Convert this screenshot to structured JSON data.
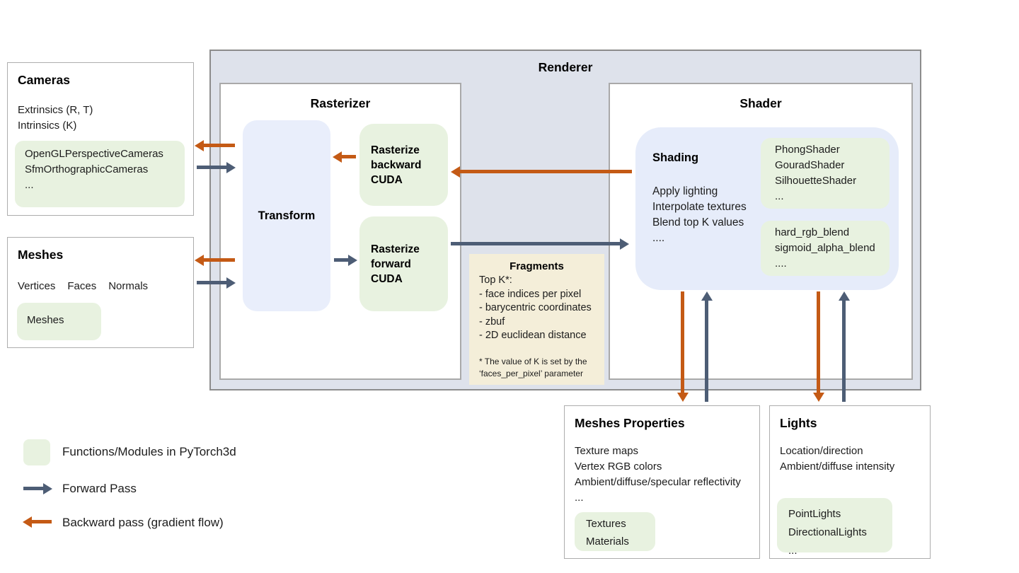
{
  "colors": {
    "module_green": "#e8f2e0",
    "panel_blue": "#e9eefb",
    "shading_blue": "#e6ecfa",
    "renderer_bg": "#dee2eb",
    "fragments_bg": "#f4eed9",
    "renderer_border": "#8c8c8c",
    "panel_border": "#a9a9a9",
    "forward_arrow": "#4d5d75",
    "backward_arrow": "#c45a15"
  },
  "cameras": {
    "title": "Cameras",
    "lines": [
      "Extrinsics (R, T)",
      "Intrinsics (K)"
    ],
    "modules": [
      "OpenGLPerspectiveCameras",
      "SfmOrthographicCameras",
      "..."
    ]
  },
  "meshes": {
    "title": "Meshes",
    "fields": [
      "Vertices",
      "Faces",
      "Normals"
    ],
    "modules": [
      "Meshes"
    ]
  },
  "renderer": {
    "title": "Renderer"
  },
  "rasterizer": {
    "title": "Rasterizer",
    "transform_label": "Transform",
    "backward_module": [
      "Rasterize",
      "backward",
      "CUDA"
    ],
    "forward_module": [
      "Rasterize",
      "forward",
      "CUDA"
    ]
  },
  "fragments": {
    "title": "Fragments",
    "lines": [
      "Top K*:",
      "- face indices per pixel",
      "- barycentric coordinates",
      "- zbuf",
      "- 2D euclidean distance"
    ],
    "footnote": [
      "* The value of K is set by the",
      "‘faces_per_pixel’ parameter"
    ]
  },
  "shader": {
    "title": "Shader",
    "shading_title": "Shading",
    "shading_lines": [
      "Apply lighting",
      "Interpolate textures",
      "Blend top K values",
      "...."
    ],
    "shader_modules": [
      "PhongShader",
      "GouradShader",
      "SilhouetteShader",
      "..."
    ],
    "blend_modules": [
      "hard_rgb_blend",
      "sigmoid_alpha_blend",
      "...."
    ]
  },
  "meshes_properties": {
    "title": "Meshes Properties",
    "lines": [
      "Texture maps",
      "Vertex RGB colors",
      "Ambient/diffuse/specular reflectivity",
      "..."
    ],
    "modules": [
      "Textures",
      "Materials"
    ]
  },
  "lights": {
    "title": "Lights",
    "lines": [
      "Location/direction",
      "Ambient/diffuse intensity"
    ],
    "modules": [
      "PointLights",
      "DirectionalLights",
      "..."
    ]
  },
  "legend": {
    "module_label": "Functions/Modules in PyTorch3d",
    "forward_label": "Forward Pass",
    "backward_label": "Backward pass (gradient flow)"
  }
}
